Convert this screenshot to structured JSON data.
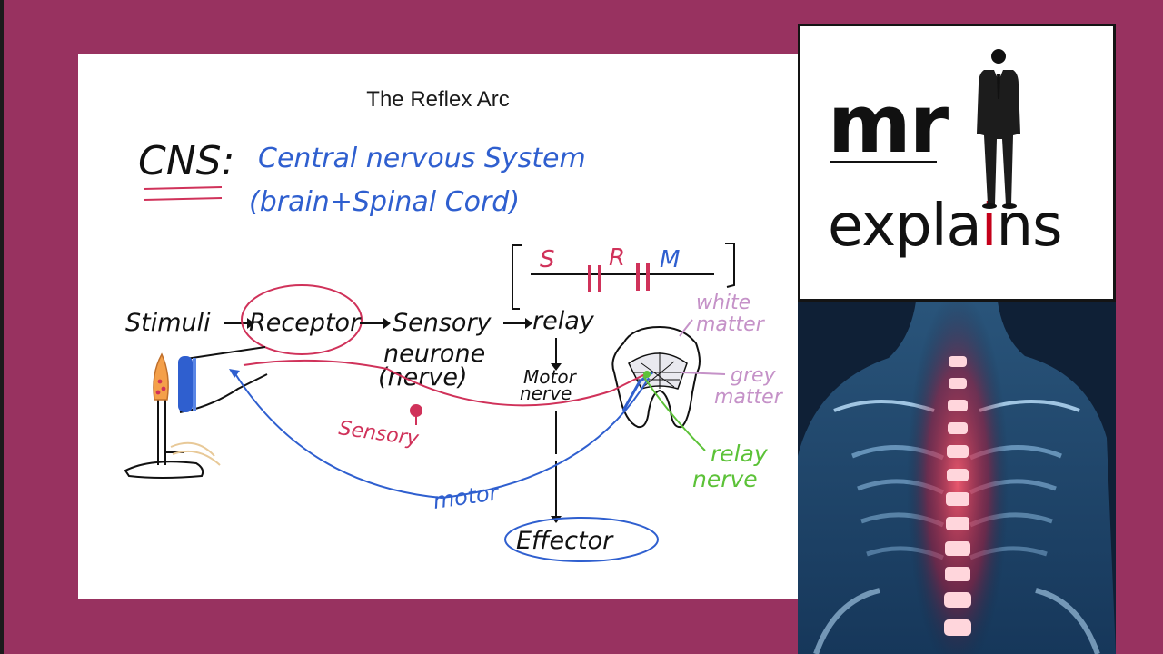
{
  "slide": {
    "title": "The Reflex Arc",
    "cns_label": "CNS:",
    "cns_definition": "Central nervous System",
    "cns_parts": "(brain+Spinal Cord)",
    "flow": {
      "stimuli": "Stimuli",
      "receptor": "Receptor",
      "sensory": "Sensory",
      "neurone": "neurone",
      "nerve": "(nerve)",
      "relay": "relay",
      "motor_line1": "Motor",
      "motor_line2": "nerve",
      "effector": "Effector"
    },
    "pathway_labels": {
      "sensory": "Sensory",
      "motor": "motor",
      "relay_line1": "relay",
      "relay_line2": "nerve",
      "white_line1": "white",
      "white_line2": "matter",
      "grey_line1": "grey",
      "grey_line2": "matter"
    },
    "neuron_bar": {
      "s": "S",
      "r": "R",
      "m": "M"
    }
  },
  "brand": {
    "mr": "mr",
    "explains_prefix": "expla",
    "explains_red": "i",
    "explains_suffix": "ns"
  },
  "colors": {
    "background": "#983260",
    "ink_black": "#111111",
    "ink_blue": "#2f5fcf",
    "ink_red": "#d0325a",
    "ink_green": "#5cc238",
    "ink_lilac": "#c592c8",
    "brand_red": "#c4001a"
  }
}
